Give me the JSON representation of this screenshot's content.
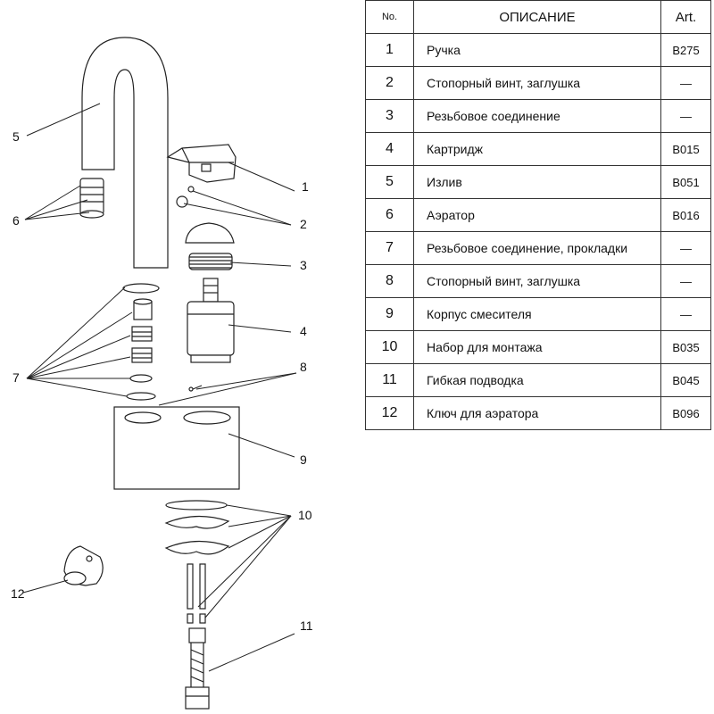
{
  "diagram": {
    "callouts": [
      "1",
      "2",
      "3",
      "4",
      "5",
      "6",
      "7",
      "8",
      "9",
      "10",
      "11",
      "12"
    ]
  },
  "table": {
    "headers": {
      "no": "No.",
      "desc": "ОПИСАНИЕ",
      "art": "Art."
    },
    "rows": [
      {
        "no": "1",
        "desc": "Ручка",
        "art": "B275"
      },
      {
        "no": "2",
        "desc": "Стопорный винт, заглушка",
        "art": "—"
      },
      {
        "no": "3",
        "desc": "Резьбовое соединение",
        "art": "—"
      },
      {
        "no": "4",
        "desc": "Картридж",
        "art": "B015"
      },
      {
        "no": "5",
        "desc": "Излив",
        "art": "B051"
      },
      {
        "no": "6",
        "desc": "Аэратор",
        "art": "B016"
      },
      {
        "no": "7",
        "desc": "Резьбовое соединение, прокладки",
        "art": "—"
      },
      {
        "no": "8",
        "desc": "Стопорный винт, заглушка",
        "art": "—"
      },
      {
        "no": "9",
        "desc": "Корпус смесителя",
        "art": "—"
      },
      {
        "no": "10",
        "desc": "Набор для монтажа",
        "art": "B035"
      },
      {
        "no": "11",
        "desc": "Гибкая подводка",
        "art": "B045"
      },
      {
        "no": "12",
        "desc": "Ключ для аэратора",
        "art": "B096"
      }
    ]
  }
}
